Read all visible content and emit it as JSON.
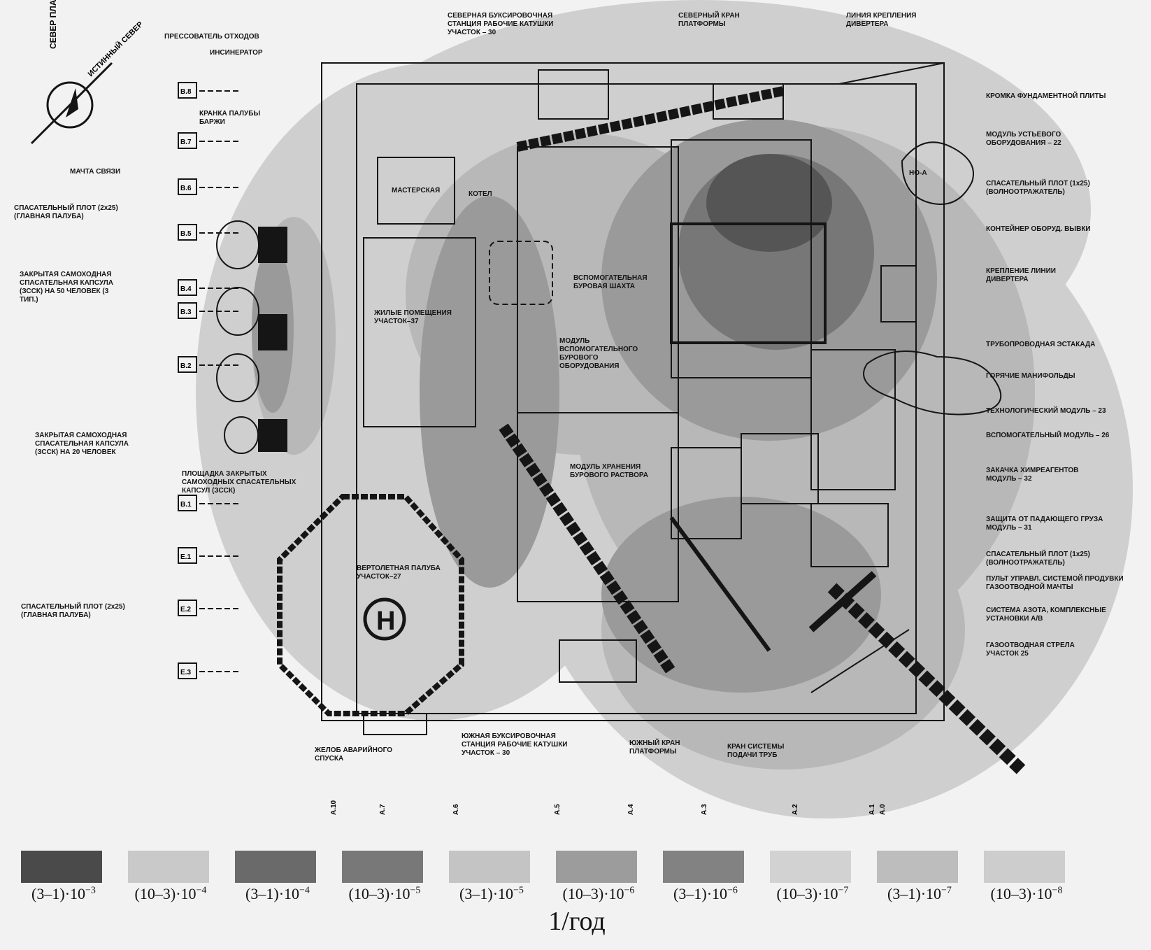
{
  "colors": {
    "background": "#f2f2f2",
    "zone_very_high": "#555555",
    "zone_high": "#777777",
    "zone_mid": "#9a9a9a",
    "zone_low": "#b8b8b8",
    "zone_lowest": "#cfcfcf",
    "linework": "#151515"
  },
  "compass": {
    "platform_north": "СЕВЕР ПЛАТФОРМЫ",
    "true_north": "ИСТИННЫЙ СЕВЕР"
  },
  "grid_refs": [
    "B.8",
    "B.7",
    "B.6",
    "B.5",
    "B.4",
    "B.3",
    "B.2",
    "B.1",
    "E.1",
    "E.2",
    "E.3"
  ],
  "bottom_refs": [
    "A.10",
    "A.7",
    "A.6",
    "A.5",
    "A.4",
    "A.3",
    "A.2",
    "A.1",
    "A.0"
  ],
  "labels": {
    "compactor": "ПРЕССОВАТЕЛЬ ОТХОДОВ",
    "incinerator": "ИНСИНЕРАТОР",
    "barge_crane": "КРАНКА ПАЛУБЫ БАРЖИ",
    "comm_mast": "МАЧТА СВЯЗИ",
    "liferaft_main_1": "СПАСАТЕЛЬНЫЙ ПЛОТ (2x25) (ГЛАВНАЯ ПАЛУБА)",
    "enclosed_boats_50": "ЗАКРЫТАЯ САМОХОДНАЯ СПАСАТЕЛЬНАЯ КАПСУЛА (ЗССК) НА 50 ЧЕЛОВЕК (3 ТИП.)",
    "enclosed_boat_20": "ЗАКРЫТАЯ САМОХОДНАЯ СПАСАТЕЛЬНАЯ КАПСУЛА (ЗССК) НА 20 ЧЕЛОВЕК",
    "capsule_platform": "ПЛОЩАДКА ЗАКРЫТЫХ САМОХОДНЫХ СПАСАТЕЛЬНЫХ КАПСУЛ (ЗССК)",
    "liferaft_main_2": "СПАСАТЕЛЬНЫЙ ПЛОТ (2x25) (ГЛАВНАЯ ПАЛУБА)",
    "north_winch": "СЕВЕРНАЯ БУКСИРОВОЧНАЯ СТАНЦИЯ РАБОЧИЕ КАТУШКИ УЧАСТОК – 30",
    "north_crane": "СЕВЕРНЫЙ КРАН ПЛАТФОРМЫ",
    "diverter_line": "ЛИНИЯ КРЕПЛЕНИЯ ДИВЕРТЕРА",
    "foundation_edge": "КРОМКА ФУНДАМЕНТНОЙ ПЛИТЫ",
    "wellhead_module": "МОДУЛЬ УСТЬЕВОГО ОБОРУДОВАНИЯ – 22",
    "liferaft_1x25_a": "СПАСАТЕЛЬНЫЙ ПЛОТ (1x25) (ВОЛНООТРАЖАТЕЛЬ)",
    "tieback_container": "КОНТЕЙНЕР ОБОРУД. ВЫВКИ",
    "diverter_mount": "КРЕПЛЕНИЕ ЛИНИИ ДИВЕРТЕРА",
    "pipe_rack": "ТРУБОПРОВОДНАЯ ЭСТАКАДА",
    "hot_manifold": "ГОРЯЧИЕ МАНИФОЛЬДЫ",
    "process_module": "ТЕХНОЛОГИЧЕСКИЙ МОДУЛЬ – 23",
    "aux_module": "ВСПОМОГАТЕЛЬНЫЙ МОДУЛЬ – 26",
    "chemical_module": "ЗАКАЧКА ХИМРЕАГЕНТОВ МОДУЛЬ – 32",
    "dropped_load": "ЗАЩИТА ОТ ПАДАЮЩЕГО ГРУЗА МОДУЛЬ – 31",
    "liferaft_1x25_b": "СПАСАТЕЛЬНЫЙ ПЛОТ (1x25) (ВОЛНООТРАЖАТЕЛЬ)",
    "flare_control": "ПУЛЬТ УПРАВЛ. СИСТЕМОЙ ПРОДУВКИ ГАЗООТВОДНОЙ МАЧТЫ",
    "nitrogen": "СИСТЕМА АЗОТА, КОМПЛЕКСНЫЕ УСТАНОВКИ А/В",
    "flare_boom": "ГАЗООТВОДНАЯ СТРЕЛА УЧАСТОК 25",
    "workshop": "МАСТЕРСКАЯ",
    "boiler": "КОТЕЛ",
    "living_quarters": "ЖИЛЫЕ ПОМЕЩЕНИЯ УЧАСТОК–37",
    "aux_drill_deck": "ВСПОМОГАТЕЛЬНАЯ БУРОВАЯ ШАХТА",
    "aux_drill_module": "МОДУЛЬ ВСПОМОГАТЕЛЬНОГО БУРОВОГО ОБОРУДОВАНИЯ",
    "mud_module": "МОДУЛЬ ХРАНЕНИЯ БУРОВОГО РАСТВОРА",
    "helideck": "ВЕРТОЛЕТНАЯ ПАЛУБА УЧАСТОК–27",
    "escape_chute": "ЖЕЛОБ АВАРИЙНОГО СПУСКА",
    "south_winch": "ЮЖНАЯ БУКСИРОВОЧНАЯ СТАНЦИЯ РАБОЧИЕ КАТУШКИ УЧАСТОК – 30",
    "south_crane": "ЮЖНЫЙ КРАН ПЛАТФОРМЫ",
    "pipe_crane": "КРАН СИСТЕМЫ ПОДАЧИ ТРУБ",
    "heli_letter": "H",
    "ho_mark": "НО-А"
  },
  "legend": {
    "items": [
      {
        "range": "(3–1)·10",
        "exp": "−3",
        "color": "#4a4a4a"
      },
      {
        "range": "(10–3)·10",
        "exp": "−4",
        "color": "#c9c9c9"
      },
      {
        "range": "(3–1)·10",
        "exp": "−4",
        "color": "#6a6a6a"
      },
      {
        "range": "(10–3)·10",
        "exp": "−5",
        "color": "#787878"
      },
      {
        "range": "(3–1)·10",
        "exp": "−5",
        "color": "#c4c4c4"
      },
      {
        "range": "(10–3)·10",
        "exp": "−6",
        "color": "#9c9c9c"
      },
      {
        "range": "(3–1)·10",
        "exp": "−6",
        "color": "#828282"
      },
      {
        "range": "(10–3)·10",
        "exp": "−7",
        "color": "#d2d2d2"
      },
      {
        "range": "(3–1)·10",
        "exp": "−7",
        "color": "#bdbdbd"
      },
      {
        "range": "(10–3)·10",
        "exp": "−8",
        "color": "#cdcdcd"
      }
    ],
    "units": "1/год"
  }
}
